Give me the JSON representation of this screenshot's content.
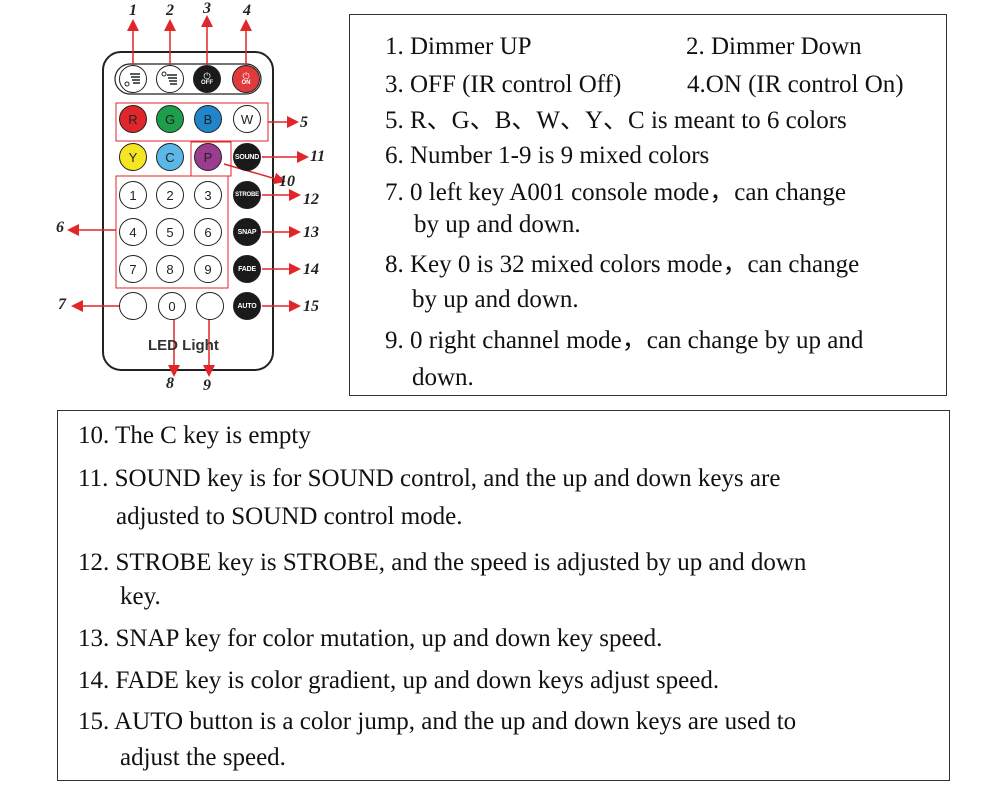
{
  "remote": {
    "label": "LED Light",
    "colors": {
      "red": "#e0262b",
      "green": "#1e9e4a",
      "blue": "#1f86c9",
      "yellow": "#f5e623",
      "cyan": "#5bb8e6",
      "purple": "#9b3d8f",
      "black": "#1a1a1a",
      "on_red": "#e23a3a",
      "arrow": "#e0262b",
      "outline": "#e0262b"
    },
    "row_color_top": [
      {
        "id": "r",
        "label": "R"
      },
      {
        "id": "g",
        "label": "G"
      },
      {
        "id": "b",
        "label": "B"
      },
      {
        "id": "w",
        "label": "W"
      }
    ],
    "row_color_bottom": [
      {
        "id": "y",
        "label": "Y"
      },
      {
        "id": "c",
        "label": "C"
      },
      {
        "id": "p",
        "label": "P"
      }
    ],
    "sound_label": "SOUND",
    "strobe_label": "STROBE",
    "snap_label": "SNAP",
    "fade_label": "FADE",
    "auto_label": "AUTO",
    "off_label": "OFF",
    "on_label": "ON",
    "numbers": [
      "1",
      "2",
      "3",
      "4",
      "5",
      "6",
      "7",
      "8",
      "9"
    ],
    "zero": "0",
    "callouts": {
      "c1": "1",
      "c2": "2",
      "c3": "3",
      "c4": "4",
      "c5": "5",
      "c6": "6",
      "c7": "7",
      "c8": "8",
      "c9": "9",
      "c10": "10",
      "c11": "11",
      "c12": "12",
      "c13": "13",
      "c14": "14",
      "c15": "15"
    }
  },
  "top_box": {
    "l1a": "1. Dimmer UP",
    "l1b": "2. Dimmer  Down",
    "l2a": "3. OFF (IR control Off)",
    "l2b": "4.ON (IR control On)",
    "l3": "5. R、G、B、W、Y、C  is meant to 6 colors",
    "l4": "6. Number 1-9 is 9 mixed colors",
    "l5": "7. 0 left key A001 console mode，can change",
    "l6": "by up and down.",
    "l7": "8. Key 0 is 32 mixed colors mode，can change",
    "l8": "by up and down.",
    "l9": "9. 0 right channel mode，can change by up and",
    "l10": "down."
  },
  "bottom_box": {
    "l1": "10. The C key is empty",
    "l2": "11. SOUND key is for SOUND control, and the up and down keys are",
    "l3": "adjusted to SOUND control mode.",
    "l4": "12. STROBE key is STROBE, and the speed is adjusted by up and down",
    "l5": "key.",
    "l6": "13. SNAP key for color mutation, up and down key speed.",
    "l7": "14. FADE key is color gradient, up and down keys adjust speed.",
    "l8": "15. AUTO button is a color jump, and the up and down keys are used to",
    "l9": "adjust the speed."
  }
}
